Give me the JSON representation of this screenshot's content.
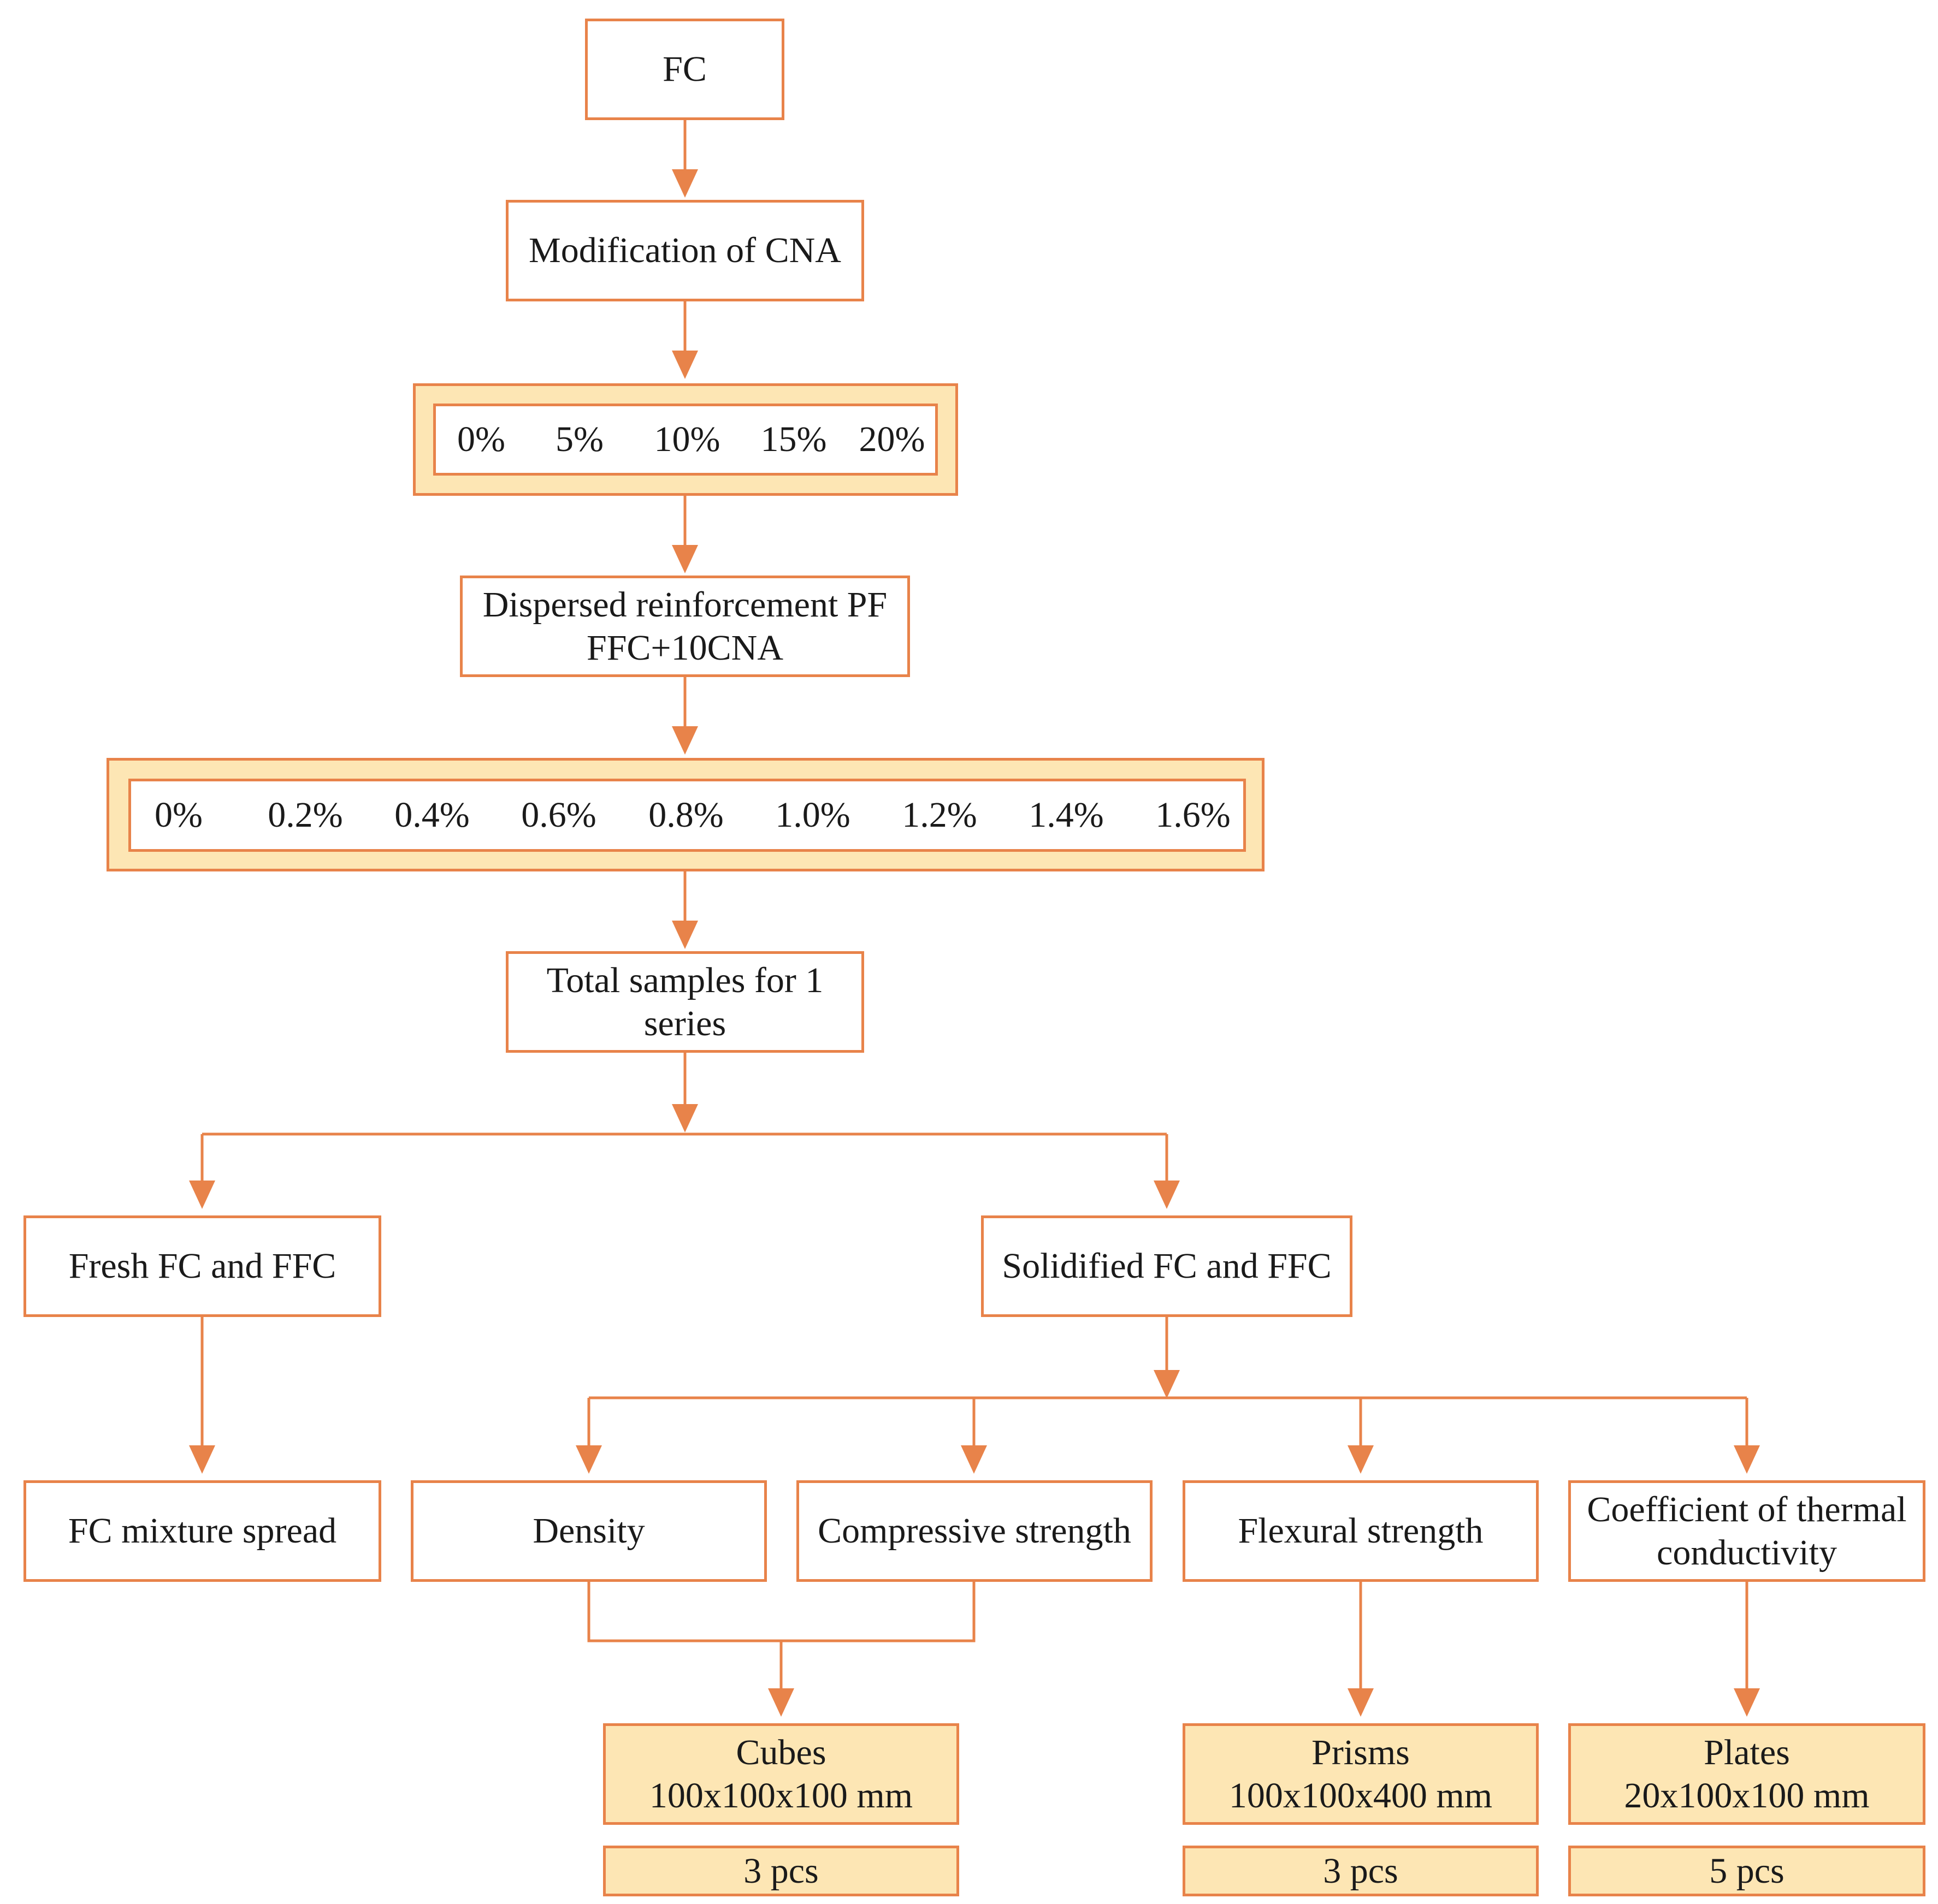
{
  "nodes": {
    "fc": "FC",
    "modification": "Modification of CNA",
    "dispersed_line1": "Dispersed reinforcement PF",
    "dispersed_line2": "FFC+10CNA",
    "total_line1": "Total samples for 1",
    "total_line2": "series",
    "fresh": "Fresh FC and FFC",
    "solidified": "Solidified FC and FFC",
    "spread": "FC mixture spread",
    "density": "Density",
    "compressive": "Compressive strength",
    "flexural": "Flexural strength",
    "thermal_line1": "Coefficient of thermal",
    "thermal_line2": "conductivity",
    "cubes_line1": "Cubes",
    "cubes_line2": "100x100x100 mm",
    "cubes_qty": "3 pcs",
    "prisms_line1": "Prisms",
    "prisms_line2": "100x100x400 mm",
    "prisms_qty": "3 pcs",
    "plates_line1": "Plates",
    "plates_line2": "20x100x100 mm",
    "plates_qty": "5 pcs"
  },
  "cna_levels": [
    "0%",
    "5%",
    "10%",
    "15%",
    "20%"
  ],
  "pf_levels": [
    "0%",
    "0.2%",
    "0.4%",
    "0.6%",
    "0.8%",
    "1.0%",
    "1.2%",
    "1.4%",
    "1.6%"
  ],
  "colors": {
    "line": "#e8834a",
    "fill": "#fde6b4"
  }
}
